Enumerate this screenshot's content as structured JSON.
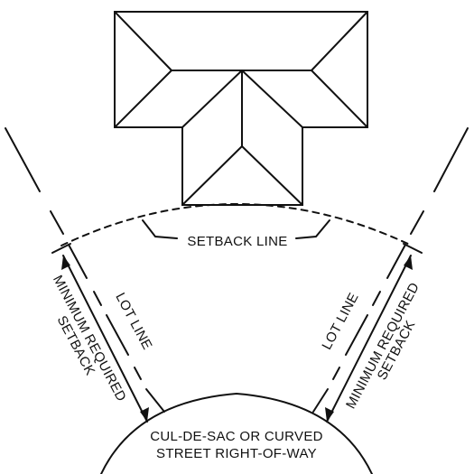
{
  "colors": {
    "ink": "#111111",
    "background": "#ffffff"
  },
  "labels": {
    "setback_line": "SETBACK LINE",
    "lot_line_left": "LOT LINE",
    "lot_line_right": "LOT LINE",
    "setback_left_line1": "MINIMUM REQUIRED",
    "setback_left_line2": "SETBACK",
    "setback_right_line1": "MINIMUM REQUIRED",
    "setback_right_line2": "SETBACK",
    "street_line1": "CUL-DE-SAC OR CURVED",
    "street_line2": "STREET RIGHT-OF-WAY"
  }
}
